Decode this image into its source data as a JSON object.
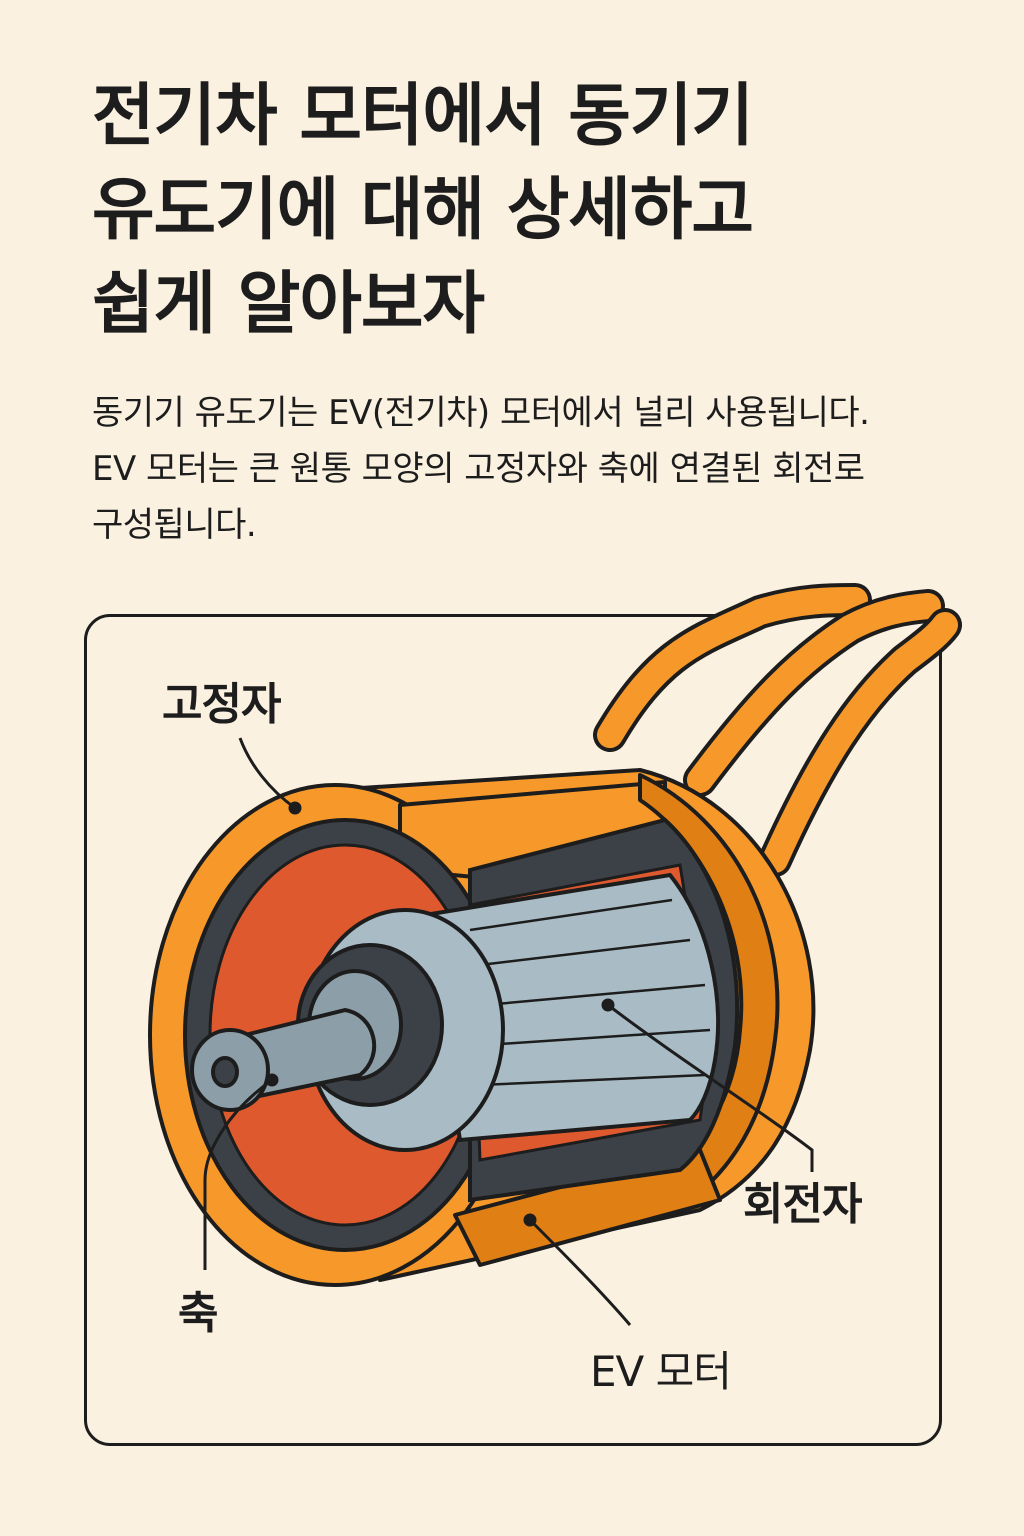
{
  "title": {
    "lines": [
      "전기차 모터에서 동기기",
      "유도기에 대해 상세하고",
      "쉽게 알아보자"
    ]
  },
  "description": {
    "lines": [
      "동기기 유도기는 EV(전기차) 모터에서 널리 사용됩니다.",
      "EV 모터는 큰 원통 모양의 고정자와 축에 연결된 회전로",
      "구성됩니다."
    ]
  },
  "diagram": {
    "labels": {
      "stator": "고정자",
      "rotor": "회전자",
      "shaft": "축",
      "ev_motor": "EV 모터"
    },
    "colors": {
      "background": "#FBF1E1",
      "outer_shell": "#F7992A",
      "shell_shadow": "#E07F14",
      "winding": "#DE5A2E",
      "rotor_steel": "#A9BCC6",
      "dark_ring": "#3C4147",
      "wire": "#F7992A"
    }
  }
}
